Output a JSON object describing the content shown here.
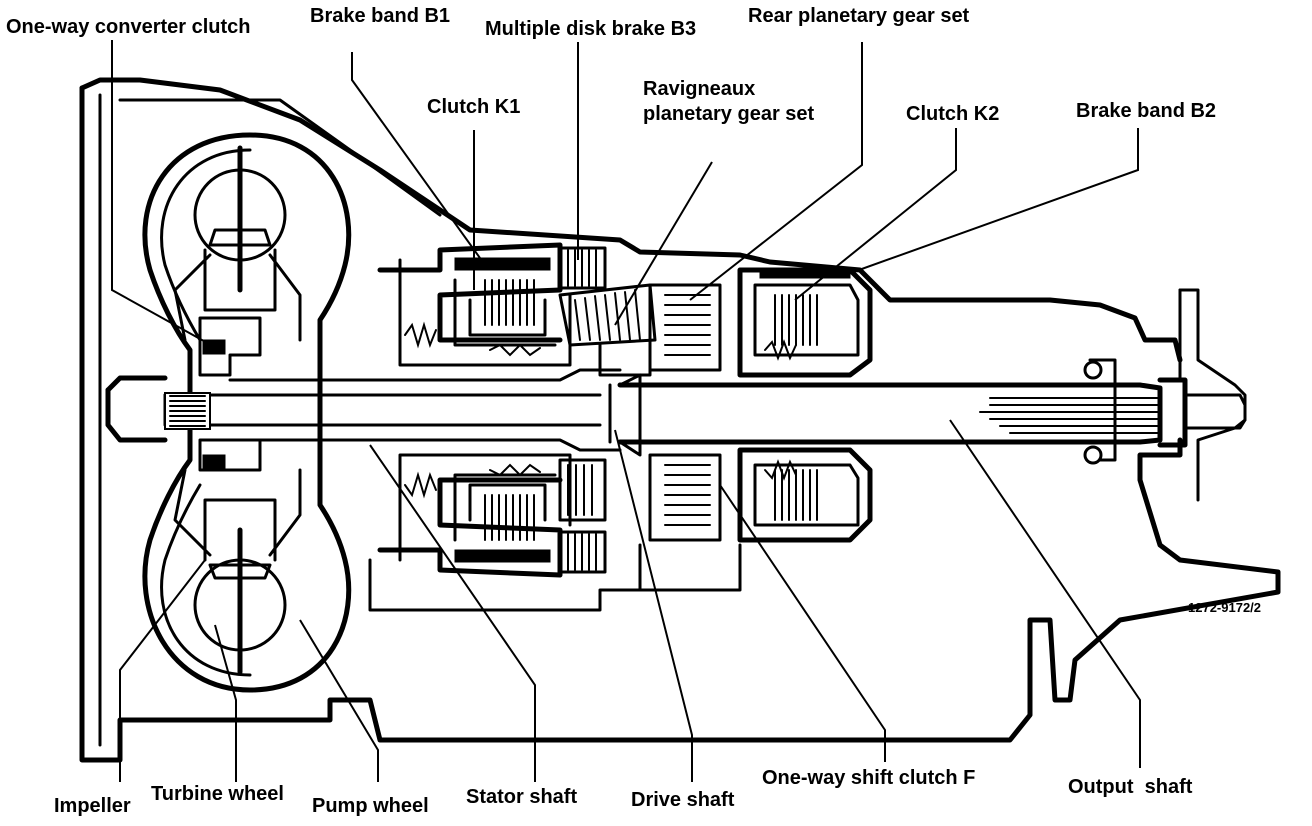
{
  "diagram": {
    "labels": {
      "one_way_converter_clutch": "One-way converter clutch",
      "brake_band_b1": "Brake band B1",
      "multiple_disk_brake_b3": "Multiple disk brake B3",
      "rear_planetary_gear_set": "Rear planetary gear set",
      "ravigneaux_line1": "Ravigneaux",
      "ravigneaux_line2": "planetary gear set",
      "clutch_k1": "Clutch K1",
      "clutch_k2": "Clutch K2",
      "brake_band_b2": "Brake band B2",
      "impeller": "Impeller",
      "turbine_wheel": "Turbine wheel",
      "pump_wheel": "Pump wheel",
      "stator_shaft": "Stator shaft",
      "drive_shaft": "Drive shaft",
      "one_way_shift_clutch_f": "One-way shift clutch F",
      "output_shaft": "Output  shaft"
    },
    "figure_code": "1272-9172/2"
  }
}
